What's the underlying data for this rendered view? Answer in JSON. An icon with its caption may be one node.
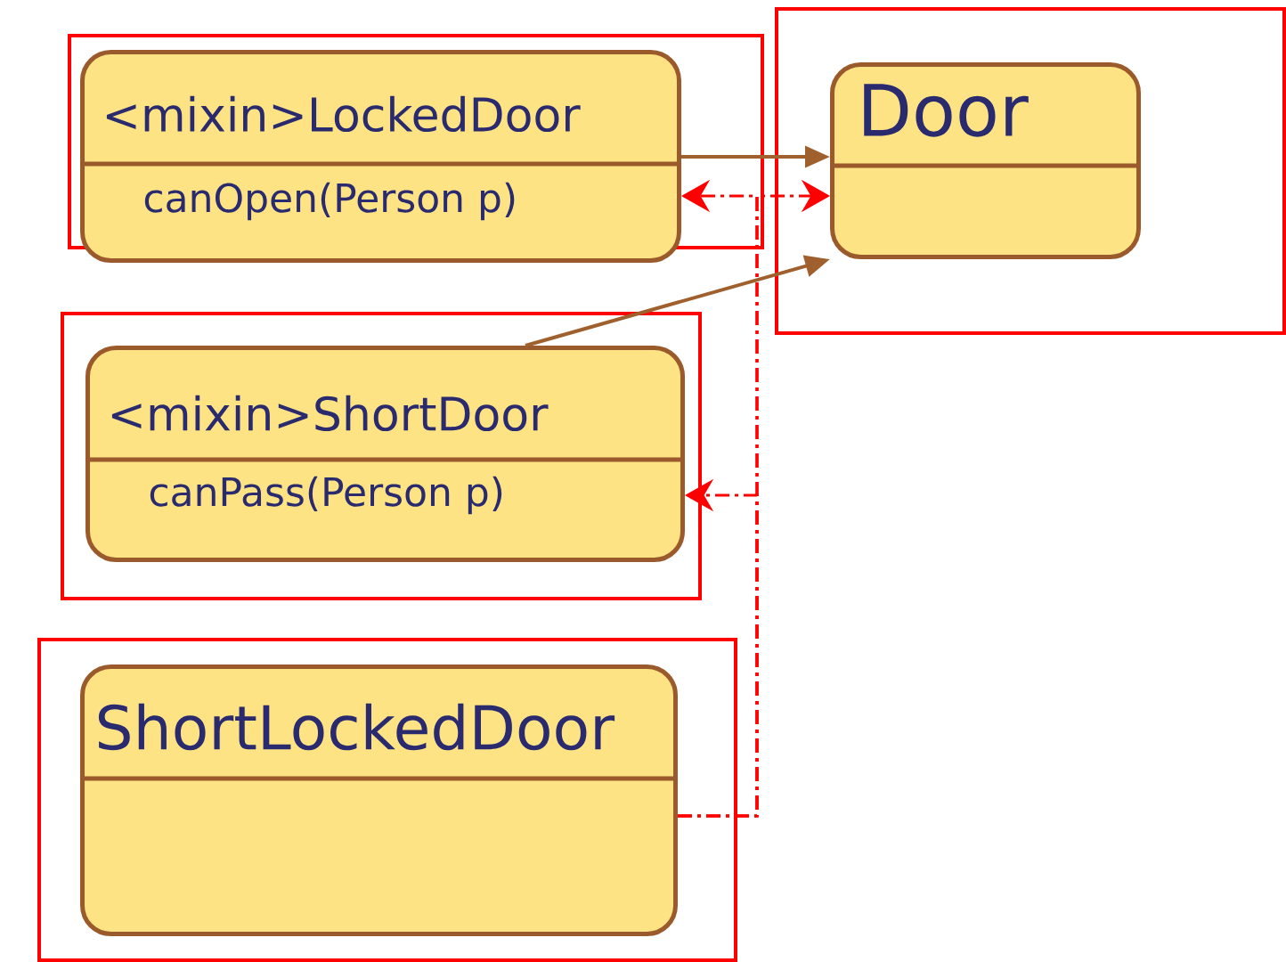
{
  "diagram": {
    "nodes": [
      {
        "text": [
          "<mixin>LockedDoor",
          "canOpen(Person p)"
        ]
      },
      {
        "text": [
          "Door"
        ]
      },
      {
        "text": [
          "<mixin>ShortDoor",
          "canPass(Person p)"
        ]
      },
      {
        "text": [
          "ShortLockedDoor"
        ]
      }
    ],
    "edges": [
      {
        "from": 0,
        "to": 1,
        "arrow": "to",
        "color": "#a0602e"
      },
      {
        "from": 2,
        "to": 1,
        "arrow": "to",
        "color": "#a0602e"
      },
      {
        "from": 3,
        "to": 0,
        "arrow": "to",
        "style": "dashed",
        "color": "#ff0000"
      },
      {
        "from": 3,
        "to": 1,
        "arrow": "to",
        "style": "dashed",
        "color": "#ff0000"
      },
      {
        "from": 3,
        "to": 2,
        "arrow": "to",
        "style": "dashed",
        "color": "#ff0000"
      }
    ]
  }
}
